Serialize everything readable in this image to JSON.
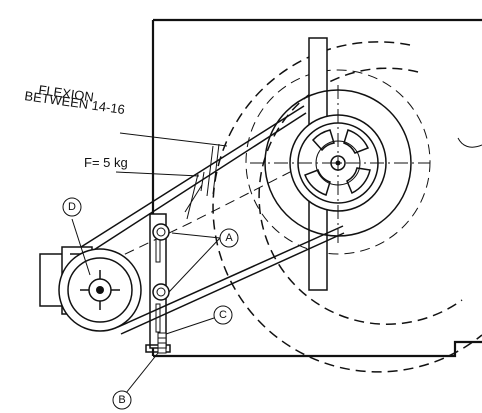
{
  "annotations": {
    "flexion_line1": "FLEXION",
    "flexion_line2": "BETWEEN 14-16",
    "force": "F= 5 kg"
  },
  "callouts": {
    "a": "A",
    "b": "B",
    "c": "C",
    "d": "D"
  }
}
